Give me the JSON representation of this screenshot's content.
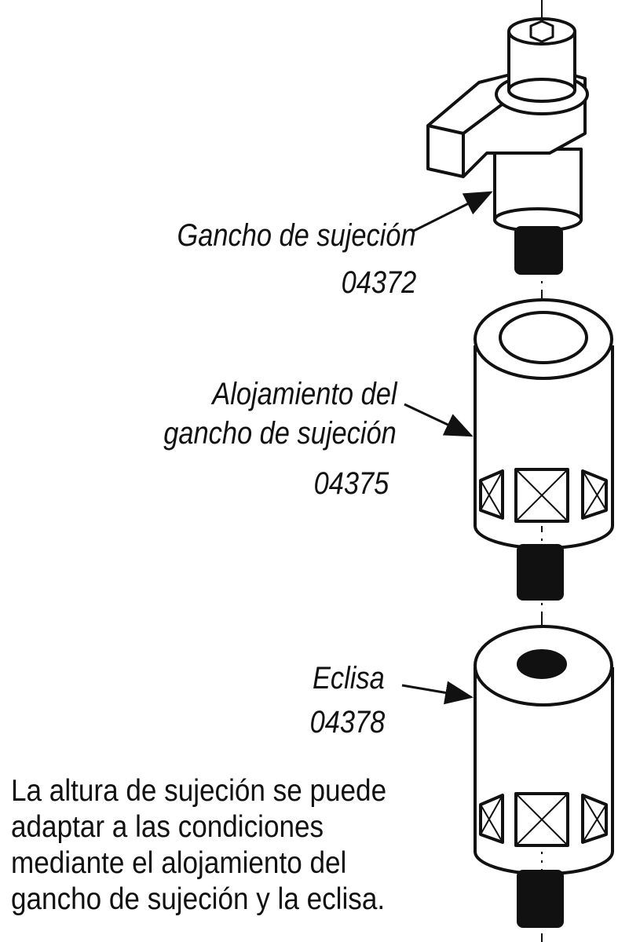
{
  "labels": {
    "clamp_name": "Gancho de sujeción",
    "clamp_code": "04372",
    "housing_name_line1": "Alojamiento del",
    "housing_name_line2": "gancho de sujeción",
    "housing_code": "04375",
    "spacer_name": "Eclisa",
    "spacer_code": "04378"
  },
  "note": {
    "lines": [
      "La altura de sujeción se puede",
      "adaptar a las condiciones",
      "mediante el alojamiento del",
      "gancho de sujeción y la eclisa."
    ]
  }
}
